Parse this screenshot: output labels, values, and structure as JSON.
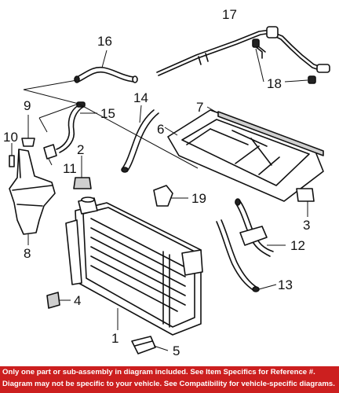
{
  "callouts": {
    "c1": "1",
    "c2": "2",
    "c3": "3",
    "c4": "4",
    "c5": "5",
    "c6": "6",
    "c7": "7",
    "c8": "8",
    "c9": "9",
    "c10": "10",
    "c11": "11",
    "c12": "12",
    "c13": "13",
    "c14": "14",
    "c15": "15",
    "c16": "16",
    "c17": "17",
    "c18": "18",
    "c19": "19"
  },
  "footer": {
    "line1": "Only one part or sub-assembly in diagram included. See Item Specifics for Reference #.",
    "line2": "Diagram may not be specific to your vehicle. See Compatibility for vehicle-specific diagrams."
  },
  "colors": {
    "footer_bg": "#cc1f1f",
    "footer_text": "#ffffff",
    "line_art": "#111111"
  }
}
